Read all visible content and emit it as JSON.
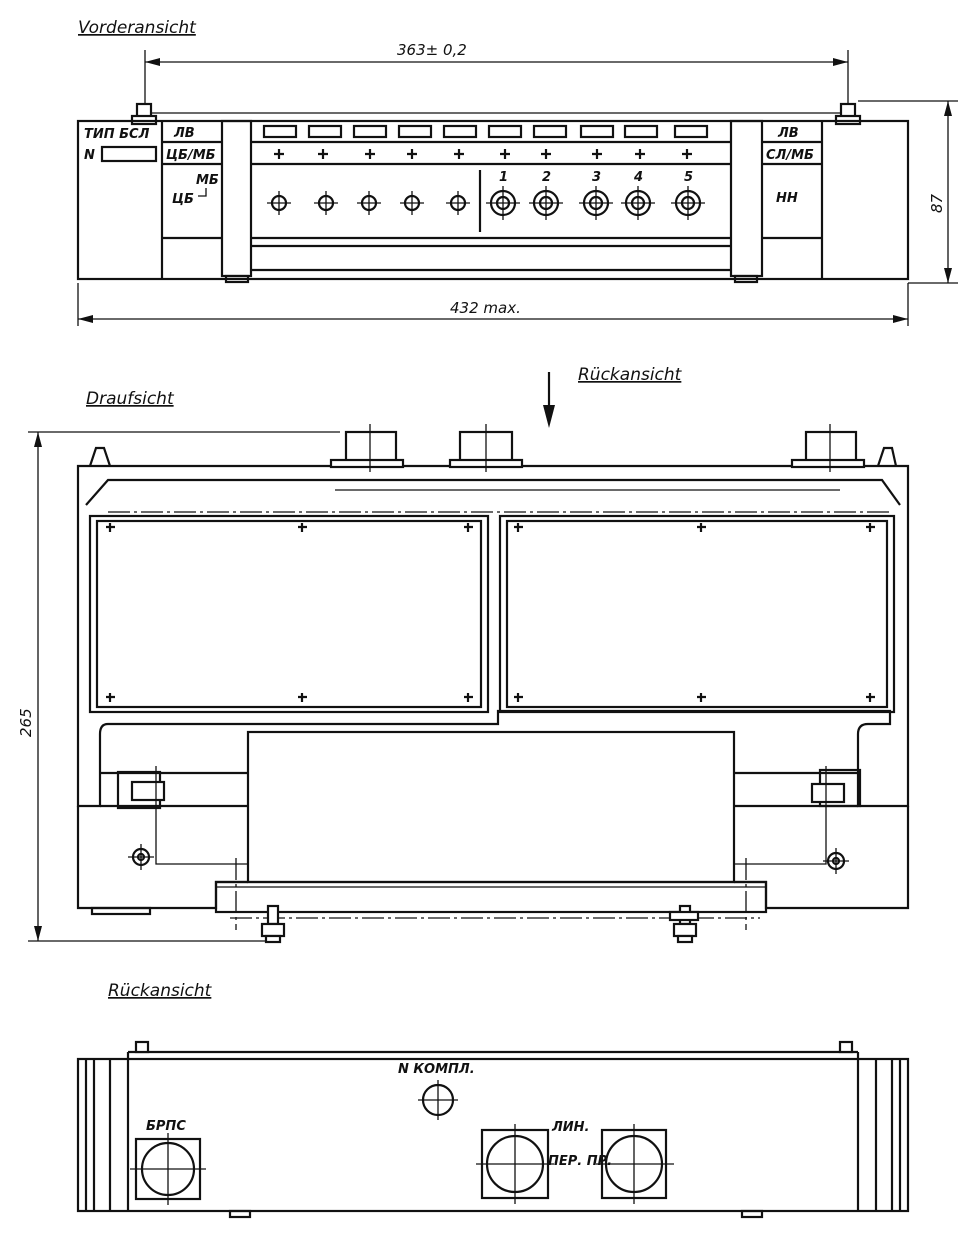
{
  "views": {
    "front": {
      "title": "Vorderansicht",
      "dim_mount": "363± 0,2",
      "dim_width": "432 max.",
      "dim_height": "87",
      "left_panel": {
        "typ": "ТИП БСЛ",
        "nr": "N"
      },
      "left_labels": {
        "lv": "ЛВ",
        "cb_mb": "ЦБ/МБ",
        "mb": "МБ",
        "cb": "ЦБ"
      },
      "right_labels": {
        "lv": "ЛВ",
        "sl_mb": "СЛ/МБ",
        "nn": "НН"
      },
      "slot_numbers": [
        "1",
        "2",
        "3",
        "4",
        "5"
      ]
    },
    "top": {
      "title": "Draufsicht",
      "arrow_label": "Rückansicht",
      "dim_depth": "265"
    },
    "rear": {
      "title": "Rückansicht",
      "labels": {
        "komplekt": "N КОМПЛ.",
        "brps": "БРПС",
        "lin": "ЛИН.",
        "per_pr": "ПЕР. ПР."
      }
    }
  }
}
